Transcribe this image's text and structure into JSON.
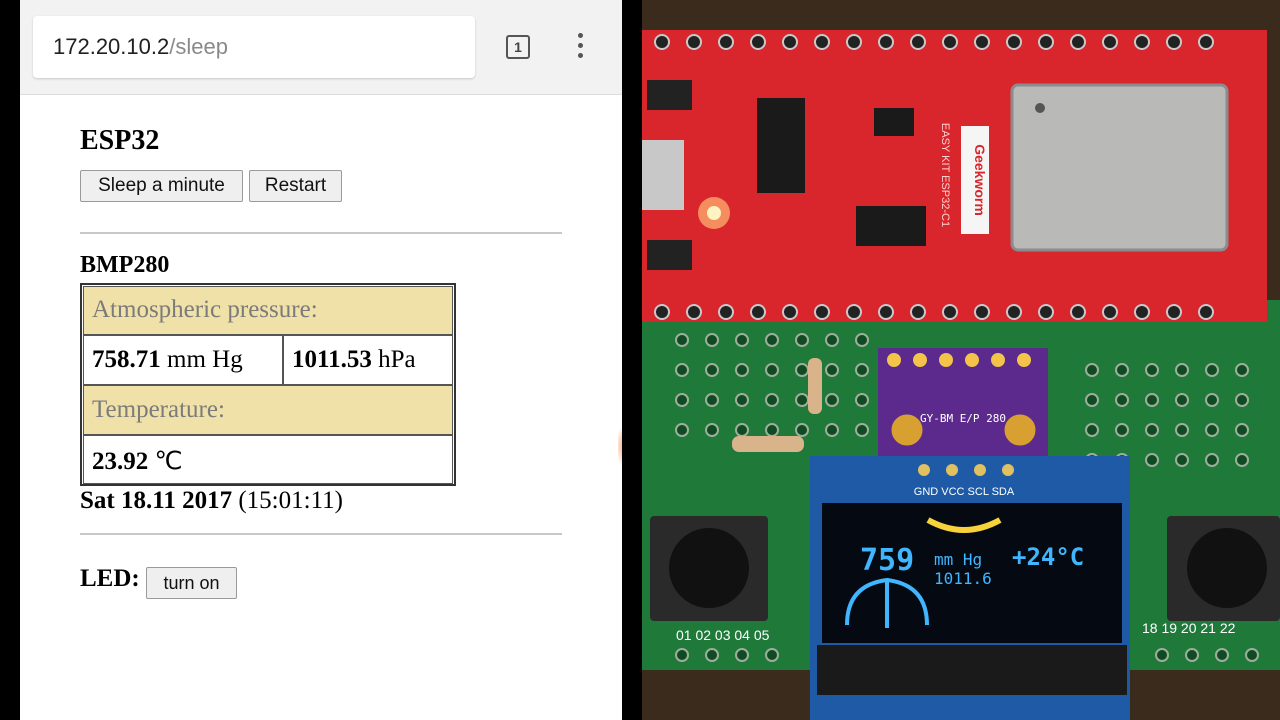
{
  "browser": {
    "url_host": "172.20.10.2",
    "url_path": "/sleep",
    "tab_count": "1"
  },
  "page": {
    "title": "ESP32",
    "sleep_button": "Sleep a minute",
    "restart_button": "Restart",
    "sensor_title": "BMP280",
    "pressure_header": "Atmospheric pressure:",
    "pressure_mmhg_value": "758.71",
    "pressure_mmhg_unit": "mm Hg",
    "pressure_hpa_value": "1011.53",
    "pressure_hpa_unit": "hPa",
    "temperature_header": "Temperature:",
    "temperature_value": "23.92",
    "temperature_unit": "℃",
    "date": "Sat 18.11 2017",
    "time": "(15:01:11)",
    "led_label": "LED:",
    "led_button": "turn on"
  },
  "photo": {
    "board_brand": "Geekworm",
    "board_model": "EASY KIT ESP32-C1",
    "sensor_module": "GY-BM E/P 280",
    "oled_pins": "GND VCC SCL SDA",
    "oled_pressure": "759",
    "oled_unit": "mm Hg",
    "oled_hpa": "1011.6",
    "oled_temp": "+24°C",
    "row_labels": "01 02 03 04 05",
    "row_labels_right": "18 19 20 21 22"
  },
  "colors": {
    "table_header_bg": "#f0e1a8",
    "board_red": "#d8262c",
    "pcb_green": "#1f7a3a",
    "oled_blue": "#3fb6ff",
    "oled_yellow": "#f7d23a"
  }
}
